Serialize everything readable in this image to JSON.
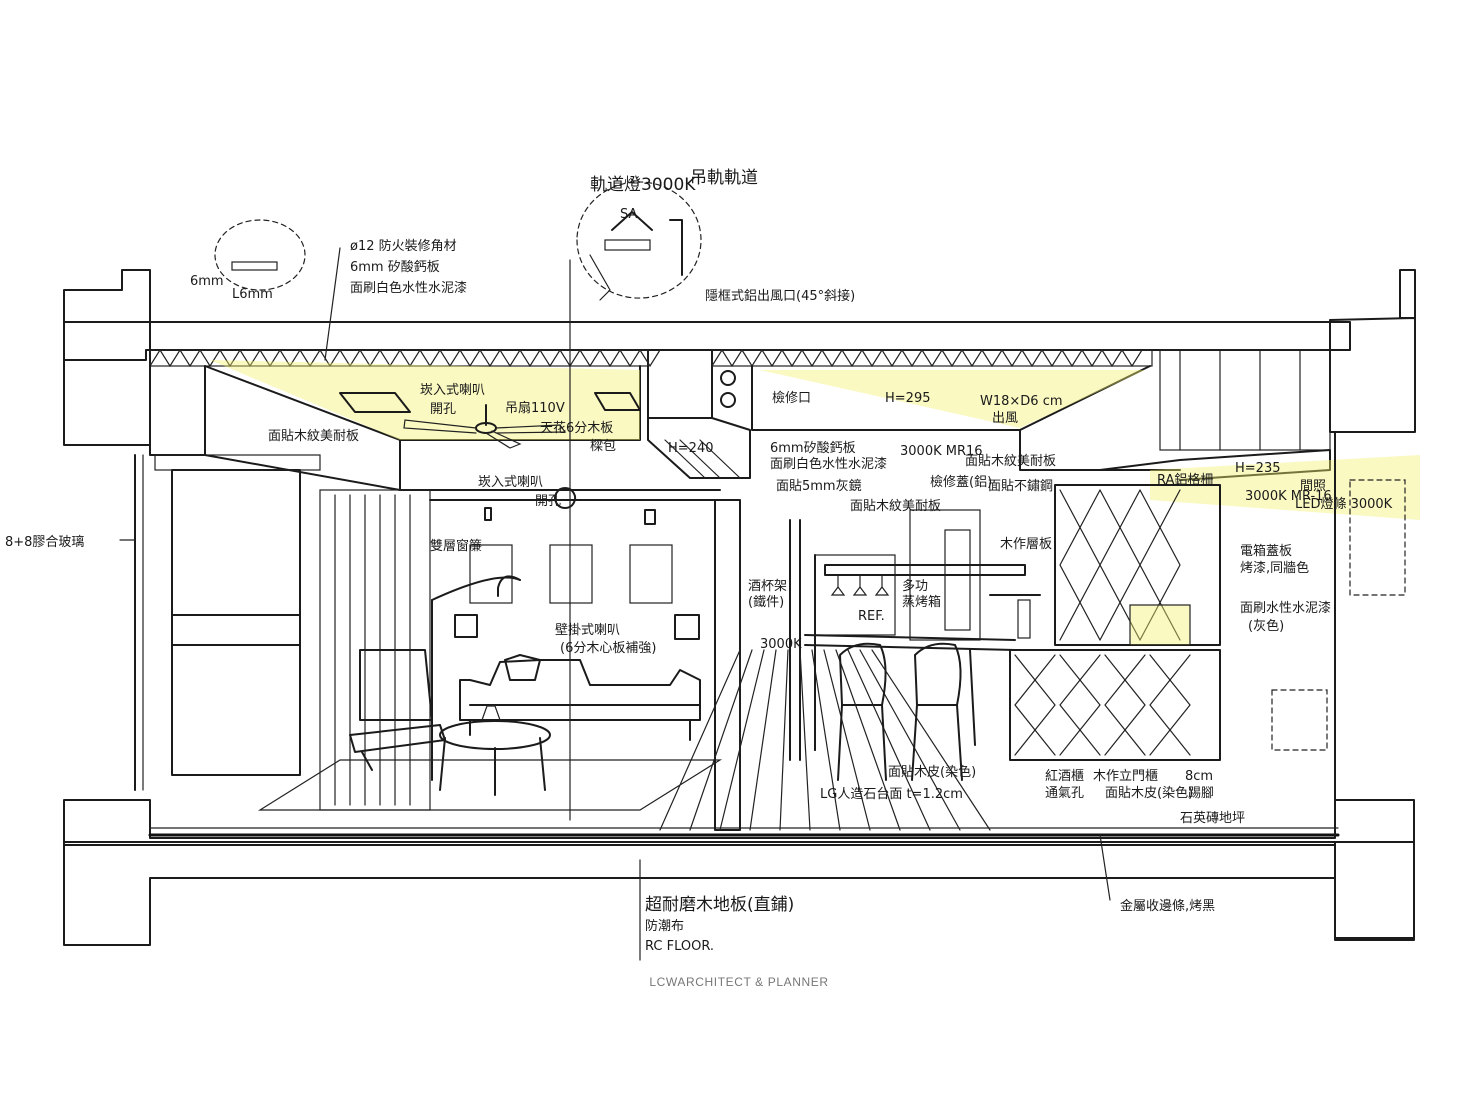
{
  "drawing": {
    "title": "",
    "credit": "LCWARCHITECT & PLANNER",
    "colors": {
      "ink": "#1b1b1b",
      "wall_fill": "#cfcfcf",
      "light_glow": "#f3f16e",
      "paper": "#ffffff"
    }
  },
  "annotations": {
    "track_light": "軌道燈3000K",
    "hanging_track": "吊軌軌道",
    "sa_label": "SA",
    "linear_vent": "隱框式鋁出風口(45°斜接)",
    "ceiling_note_1": "ø12 防火裝修角材",
    "ceiling_note_2": "6mm 矽酸鈣板",
    "ceiling_note_3": "面刷白色水性水泥漆",
    "detail_small": "6mm",
    "detail_small_2": "L6mm",
    "speaker_recessed": "崁入式喇叭",
    "speaker_hole": "開孔",
    "ceiling_fan": "吊扇110V",
    "ceiling_wood": "天花6分木板",
    "ceiling_paint": "面貼木紋美耐板",
    "beam_wrap": "樑包",
    "check_door": "檢修口",
    "h240": "H=240",
    "ceiling_mid_1": "6mm矽酸鈣板",
    "ceiling_mid_2": "面刷白色水性水泥漆",
    "mirror": "面貼5mm灰鏡",
    "speaker_2": "崁入式喇叭",
    "speaker_2_hole": "開孔",
    "h295": "H=295",
    "vent_size": "W18×D6 cm",
    "vent_size_2": "出風",
    "led_mr16": "3000K MR16",
    "kitchen_wood": "面貼木紋美耐板",
    "kitchen_note": "面貼木紋美耐板",
    "cabinet_paint": "面貼不鏽鋼",
    "cabinet_note": "檢修蓋(鋁)",
    "ra_vent": "RA鋁格柵",
    "h235": "H=235",
    "mr16_right": "3000K MR-16",
    "led_strip": "LED燈條 3000K",
    "indirect": "間照",
    "left_glass": "8+8膠合玻璃",
    "curtain": "雙層窗簾",
    "wall_lamp": "壁掛式喇叭",
    "wall_lamp_2": "(6分木心板補強)",
    "wine_rack": "酒杯架",
    "wine_note": "(鐵件)",
    "wine_3000k": "3000K",
    "ref": "REF.",
    "oven_note": "多功",
    "oven_note_2": "蒸烤箱",
    "shelf": "木作層板",
    "electric_box": "電箱蓋板",
    "electric_box_2": "烤漆,同牆色",
    "wall_paint": "面刷水性水泥漆",
    "wall_paint_color": "(灰色)",
    "counter": "LG人造石台面 t=1.2cm",
    "wood_bar": "面貼木皮(染色)",
    "cabinet_vent": "紅酒櫃",
    "cabinet_vent_2": "通氣孔",
    "wood_cabinet": "木作立門櫃",
    "wood_cabinet_2": "面貼木皮(染色)",
    "toe_kick": "8cm",
    "toe_kick_2": "踢腳",
    "tile": "石英磚地坪",
    "floor_1": "超耐磨木地板(直鋪)",
    "floor_2": "防潮布",
    "floor_3": "RC FLOOR.",
    "metal_trim": "金屬收邊條,烤黑"
  }
}
